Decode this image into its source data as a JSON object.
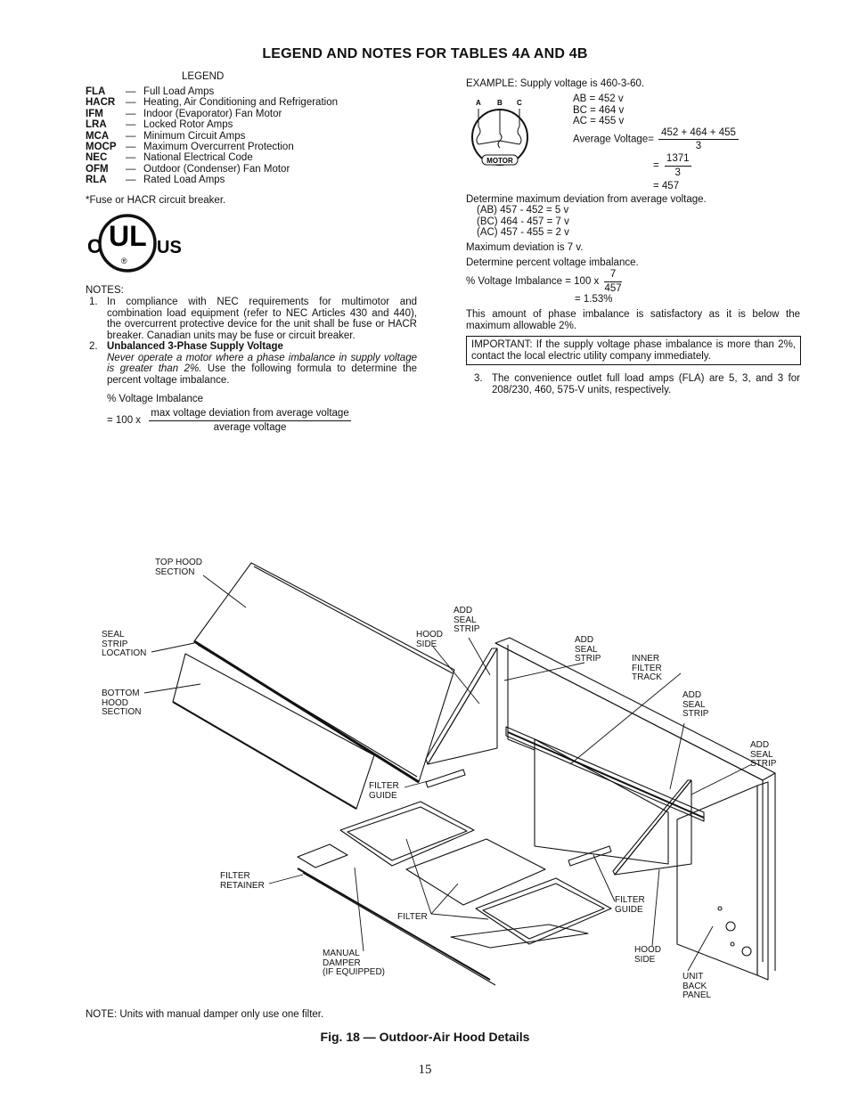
{
  "title": "LEGEND AND NOTES FOR TABLES 4A AND 4B",
  "legend": {
    "heading": "LEGEND",
    "items": [
      {
        "abbr": "FLA",
        "def": "Full Load Amps"
      },
      {
        "abbr": "HACR",
        "def": "Heating, Air Conditioning and Refrigeration"
      },
      {
        "abbr": "IFM",
        "def": "Indoor (Evaporator) Fan Motor"
      },
      {
        "abbr": "LRA",
        "def": "Locked Rotor Amps"
      },
      {
        "abbr": "MCA",
        "def": "Minimum Circuit Amps"
      },
      {
        "abbr": "MOCP",
        "def": "Maximum Overcurrent Protection"
      },
      {
        "abbr": "NEC",
        "def": "National Electrical Code"
      },
      {
        "abbr": "OFM",
        "def": "Outdoor (Condenser) Fan Motor"
      },
      {
        "abbr": "RLA",
        "def": "Rated Load Amps"
      }
    ],
    "dash": "—",
    "fuse_note": "*Fuse or HACR circuit breaker."
  },
  "ul_mark": {
    "c": "C",
    "ul": "UL",
    "us": "US",
    "r": "®"
  },
  "notes": {
    "heading": "NOTES:",
    "n1_num": "1.",
    "n1_text": "In compliance with NEC requirements for multimotor and combination load equipment (refer to NEC Articles 430 and 440), the overcurrent protective device for the unit shall be fuse or HACR breaker. Canadian units may be fuse or circuit breaker.",
    "n2_num": "2.",
    "n2_title": "Unbalanced 3-Phase Supply Voltage",
    "n2_italic": "Never operate a motor where a phase imbalance in supply voltage is greater than 2%.",
    "n2_text": " Use the following formula to determine the percent voltage imbalance.",
    "formula_label": "% Voltage Imbalance",
    "formula_prefix": "= 100 x",
    "formula_num": "max voltage deviation from average voltage",
    "formula_den": "average voltage"
  },
  "example": {
    "intro": "EXAMPLE: Supply voltage is 460-3-60.",
    "motor_a": "A",
    "motor_b": "B",
    "motor_c": "C",
    "motor_label": "MOTOR",
    "ab": "AB = 452 v",
    "bc": "BC = 464 v",
    "ac": "AC = 455 v",
    "avg_label": "Average Voltage=",
    "avg_num": "452 + 464 + 455",
    "avg_den": "3",
    "eq": "=",
    "step_num": "1371",
    "step_den": "3",
    "result": "=  457",
    "deviation_intro": "Determine maximum deviation from average voltage.",
    "dev_ab": "(AB) 457 - 452 = 5 v",
    "dev_bc": "(BC) 464 - 457 = 7 v",
    "dev_ac": "(AC) 457 - 455 = 2 v",
    "max_dev": "Maximum deviation is 7 v.",
    "percent_intro": "Determine percent voltage imbalance.",
    "pct_label": "% Voltage Imbalance = 100 x",
    "pct_num": "7",
    "pct_den": "457",
    "pct_result": "= 1.53%",
    "conclusion": "This amount of phase imbalance is satisfactory as it is below the maximum allowable 2%.",
    "important": "IMPORTANT: If the supply voltage phase imbalance is more than 2%, contact the local electric utility company immediately.",
    "n3_num": "3.",
    "n3_text": "The convenience outlet full load amps (FLA) are 5, 3, and 3 for 208/230, 460, 575-V units, respectively."
  },
  "figure": {
    "labels": {
      "top_hood": "TOP HOOD\nSECTION",
      "seal_loc": "SEAL\nSTRIP\nLOCATION",
      "bottom_hood": "BOTTOM\nHOOD\nSECTION",
      "hood_side_1": "HOOD\nSIDE",
      "add_seal_1": "ADD\nSEAL\nSTRIP",
      "add_seal_2": "ADD\nSEAL\nSTRIP",
      "inner_filter": "INNER\nFILTER\nTRACK",
      "add_seal_3": "ADD\nSEAL\nSTRIP",
      "add_seal_4": "ADD\nSEAL\nSTRIP",
      "filter_guide_1": "FILTER\nGUIDE",
      "filter_retainer": "FILTER\nRETAINER",
      "filter": "FILTER",
      "filter_guide_2": "FILTER\nGUIDE",
      "manual_damper": "MANUAL\nDAMPER\n(IF EQUIPPED)",
      "hood_side_2": "HOOD\nSIDE",
      "unit_back": "UNIT\nBACK\nPANEL"
    },
    "note": "NOTE: Units with manual damper only use one filter.",
    "caption": "Fig. 18 — Outdoor-Air Hood Details"
  },
  "page_number": "15"
}
